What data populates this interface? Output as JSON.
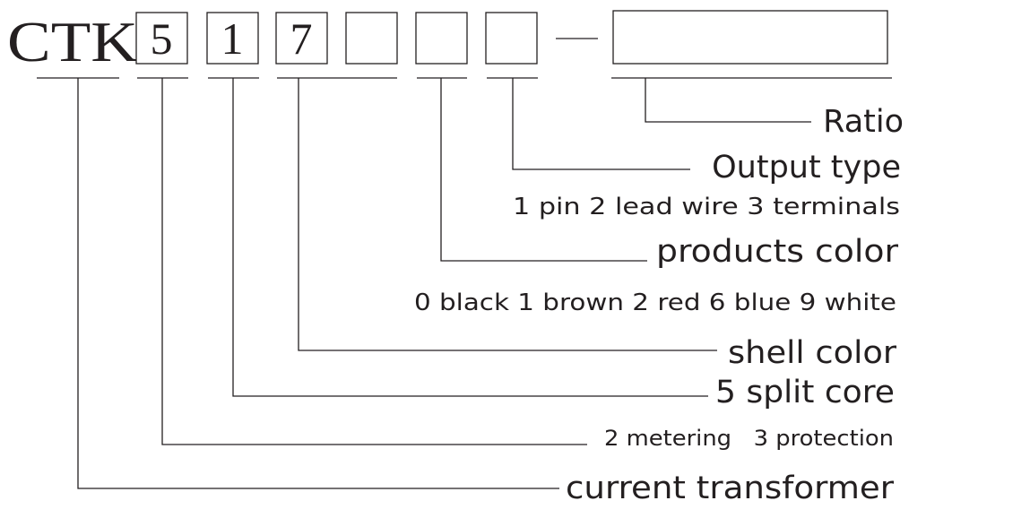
{
  "code": {
    "prefix": "CTK",
    "digits": [
      "5",
      "1",
      "7",
      "",
      "",
      ""
    ],
    "separator": "—",
    "ratio_value": ""
  },
  "labels": {
    "ratio": "Ratio",
    "output_type": "Output type",
    "output_type_options": "1 pin 2 lead wire 3 terminals",
    "products_color": "products color",
    "products_color_options": "0 black 1 brown 2 red 6 blue 9 white",
    "shell_color": "shell color",
    "split_core": "5 split core",
    "metering_protection": "2 metering   3 protection",
    "current_transformer": "current transformer"
  }
}
